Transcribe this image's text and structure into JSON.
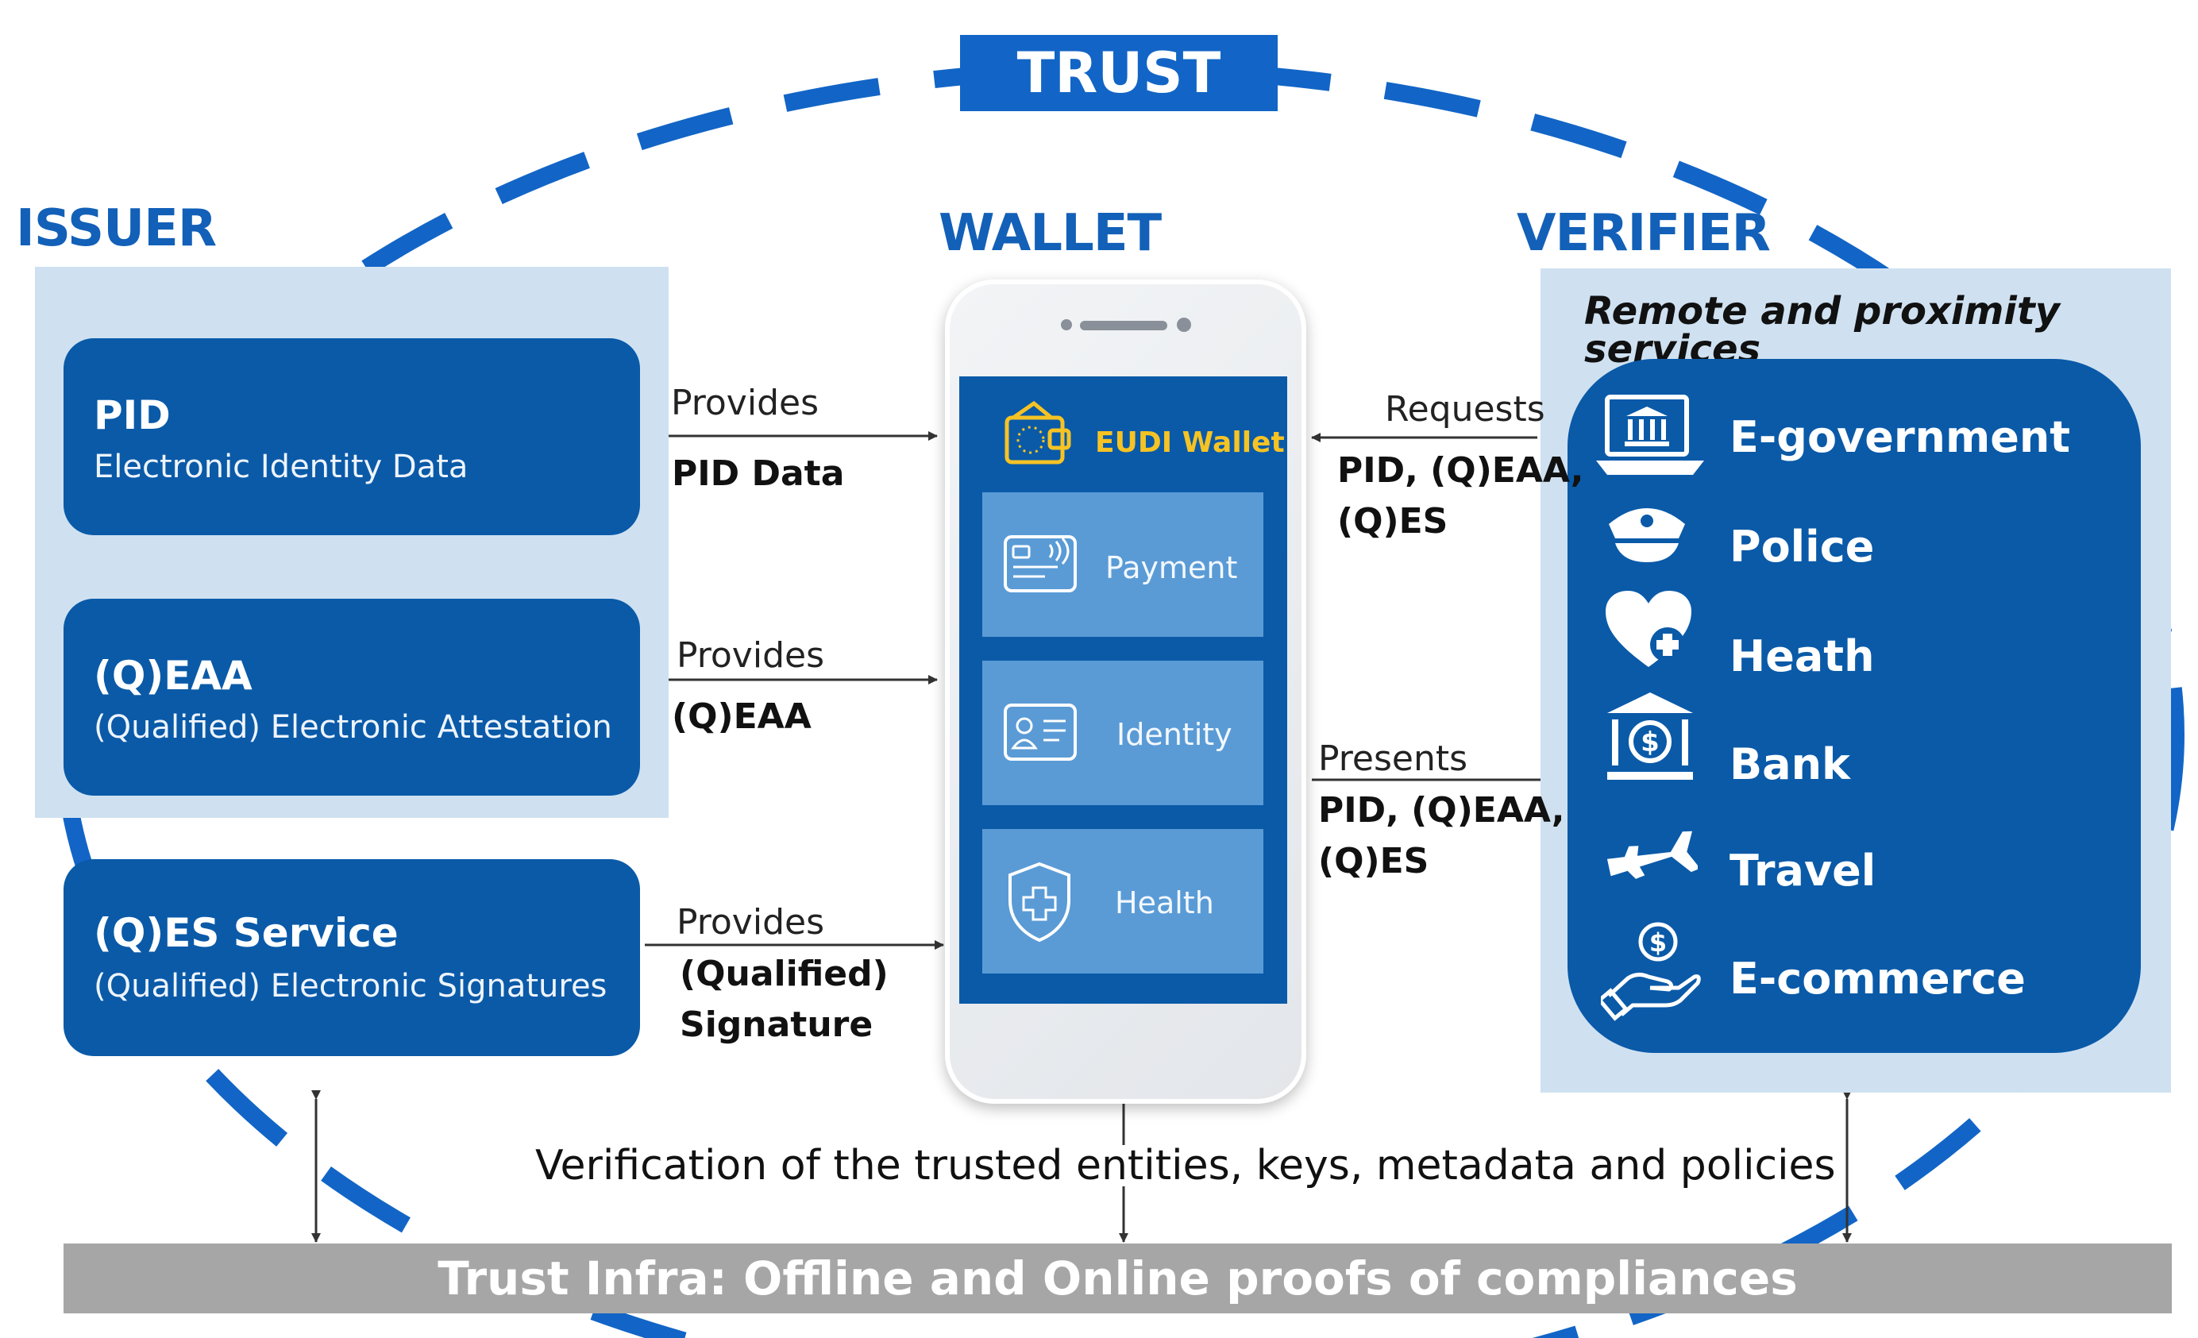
{
  "top": {
    "trust_label": "TRUST"
  },
  "columns": {
    "issuer": "ISSUER",
    "wallet": "WALLET",
    "verifier": "VERIFIER"
  },
  "issuer": {
    "cards": [
      {
        "title": "PID",
        "subtitle": "Electronic Identity Data"
      },
      {
        "title": "(Q)EAA",
        "subtitle": "(Qualified) Electronic Attestation"
      },
      {
        "title": "(Q)ES Service",
        "subtitle": "(Qualified) Electronic Signatures"
      }
    ]
  },
  "flows": {
    "pid": {
      "verb": "Provides",
      "object": "PID Data"
    },
    "eaa": {
      "verb": "Provides",
      "object": "(Q)EAA"
    },
    "qes": {
      "verb": "Provides",
      "object_line1": "(Qualified)",
      "object_line2": "Signature"
    },
    "requests": {
      "verb": "Requests",
      "object_line1": "PID, (Q)EAA,",
      "object_line2": "(Q)ES"
    },
    "presents": {
      "verb": "Presents",
      "object_line1": "PID, (Q)EAA,",
      "object_line2": "(Q)ES"
    }
  },
  "wallet": {
    "app_name": "EUDI Wallet",
    "tiles": [
      "Payment",
      "Identity",
      "Health"
    ]
  },
  "verifier": {
    "heading": "Remote and proximity services",
    "services": [
      "E-government",
      "Police",
      "Heath",
      "Bank",
      "Travel",
      "E-commerce"
    ]
  },
  "bottom": {
    "verification_text": "Verification of the trusted entities, keys, metadata and policies",
    "infra_label": "Trust Infra: Offline and Online proofs of compliances"
  },
  "colors": {
    "primary": "#0a5aa8",
    "accent": "#1265c6",
    "panel": "#cfe1f1",
    "tile": "#5a9bd6",
    "wallet_label": "#f6c324",
    "infra": "#a6a6a6"
  }
}
